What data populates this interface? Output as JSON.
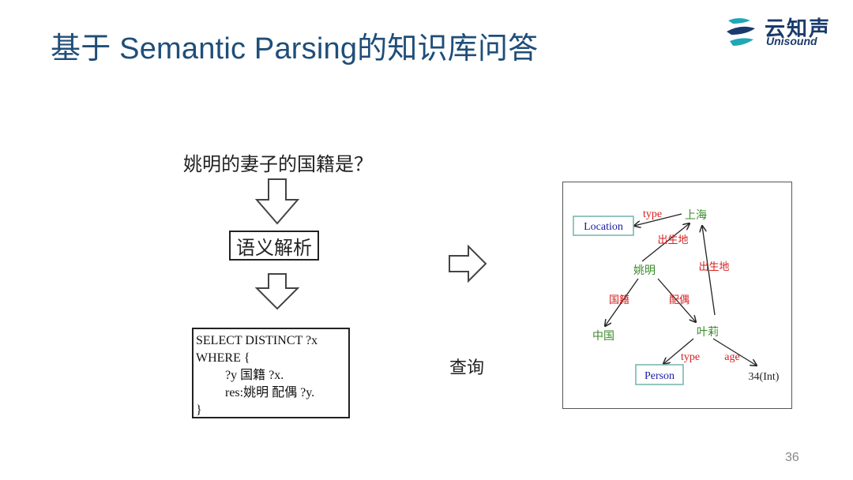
{
  "slide": {
    "title": "基于 Semantic Parsing的知识库问答",
    "page_number": "36"
  },
  "logo": {
    "cn": "云知声",
    "en": "Unisound"
  },
  "flow": {
    "question": "姚明的妻子的国籍是？",
    "parse_step": "语义解析",
    "sparql_lines": [
      "SELECT DISTINCT ?x",
      "WHERE {",
      "?y 国籍 ?x.",
      "res:姚明 配偶 ?y.",
      "}"
    ],
    "query_label": "查询"
  },
  "graph": {
    "nodes": {
      "location": "Location",
      "shanghai": "上海",
      "yaoming": "姚明",
      "china": "中国",
      "yeli": "叶莉",
      "person": "Person",
      "age_value": "34(Int)"
    },
    "edges": {
      "type1": "type",
      "birthplace1": "出生地",
      "birthplace2": "出生地",
      "nationality": "国籍",
      "spouse": "配偶",
      "type2": "type",
      "age": "age"
    },
    "colors": {
      "entity": "#3a8a2a",
      "relation": "#d62020",
      "class": "#1a1aa8",
      "class_box": "#7ab8b0"
    }
  }
}
